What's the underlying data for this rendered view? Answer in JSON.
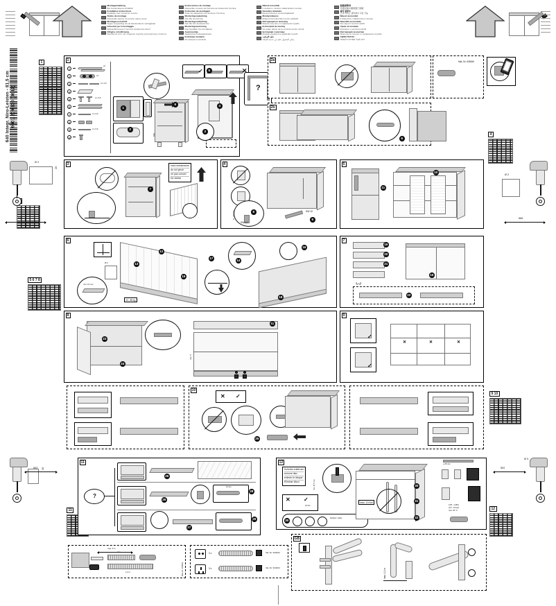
{
  "document": {
    "spine_line1": "640 Integr. Niro-Leisten - 81,5 cm",
    "spine_line2": "9001 209 130 (9812)",
    "type": "appliance-installation-instructions",
    "product": "built-in dishwasher"
  },
  "legend": {
    "columns": [
      {
        "entries": [
          {
            "flag": "de",
            "title": "Montageanleitung",
            "sub": "Bei Kundendienst erhältlich"
          },
          {
            "flag": "en",
            "title": "Installation instructions",
            "sub": "Available from customer service"
          },
          {
            "flag": "fr",
            "title": "Notice de montage",
            "sub": "Disponible auprès du service après-vente"
          },
          {
            "flag": "nl",
            "title": "Montagevoorschrift",
            "sub": "Tegen vergoeding via de klantendienst verkrijgbaar"
          },
          {
            "flag": "it",
            "title": "Istruzioni per il montaggio",
            "sub": "Disponibili presso il servizio assistenza clienti"
          },
          {
            "flag": "el",
            "title": "Οδηγίες τοποθέτησης",
            "sub": "Διατίθενται από την υπηρεσία τεχνικής εξυπηρέτησης πελατών"
          }
        ]
      },
      {
        "entries": [
          {
            "flag": "es",
            "title": "Instrucciones de montaje",
            "sub": "Disponible a través del Servicio de Asistencia Técnica"
          },
          {
            "flag": "pt",
            "title": "Instruções de montagem",
            "sub": "Pode ser adquirido nos Serviços Técnicos"
          },
          {
            "flag": "da",
            "title": "Monteringsvejledning",
            "sub": "Kan fås via Service"
          },
          {
            "flag": "no",
            "title": "Monteringsveiledning",
            "sub": "Kan fås hos kundeservice"
          },
          {
            "flag": "sv",
            "title": "Monteringsanvisning",
            "sub": "Kan beställas hos kundtjänst"
          },
          {
            "flag": "fi",
            "title": "Asennusohje",
            "sub": "Saatavissa huoltopalvelusta"
          },
          {
            "flag": "pl",
            "title": "Instrukcja montażu",
            "sub": "Do nabycia w serwisie"
          }
        ]
      },
      {
        "entries": [
          {
            "flag": "cs",
            "title": "Návod k montáži",
            "sub": "K dostání v místním zákaznickém servisu"
          },
          {
            "flag": "hu",
            "title": "Szerelési útmutató",
            "sub": "Beszerezhető a vevőszolgálatnál"
          },
          {
            "flag": "tr",
            "title": "Montaj kılavuzu",
            "sub": "Müşteri hizmetlerinden temin edilebilir"
          },
          {
            "flag": "ru",
            "title": "Инструкция по монтажу",
            "sub": "Можно получить в сервисной службе"
          },
          {
            "flag": "ro",
            "title": "Instrucţiuni de montaj",
            "sub": "Se poate obţine de la serviciul pentru clienţi"
          },
          {
            "flag": "uk",
            "title": "Інструкція з монтажу",
            "sub": "Можна отримати в сервісній службі"
          },
          {
            "flag": "ar",
            "title": "دليل التركيب",
            "sub": "يمكن الحصول عليه من خدمة العملاء"
          }
        ]
      },
      {
        "entries": [
          {
            "flag": "zh",
            "title": "安装说明书",
            "sub": "可通过客户服务部门获取"
          },
          {
            "flag": "ko",
            "title": "설치 설명서",
            "sub": "고객 서비스 센터에서 구입 가능"
          },
          {
            "flag": "sk",
            "title": "Návod na montáž",
            "sub": "K dispozícii v zákazníckom servise"
          },
          {
            "flag": "sl",
            "title": "Navodila za montažo",
            "sub": "Na voljo pri servisni službi"
          },
          {
            "flag": "hr",
            "title": "Upute za montažu",
            "sub": "Dostupno u servisnoj službi"
          },
          {
            "flag": "bg",
            "title": "Инструкция за монтаж",
            "sub": "Може да се получи от сервизната служба"
          },
          {
            "flag": "he",
            "title": "הוראות התקנה",
            "sub": "ניתן לקבל משירות הלקוחות"
          }
        ]
      }
    ]
  },
  "steps": {
    "s1": "1",
    "s2a": "2a",
    "s2b": "2b",
    "s3": "3",
    "s4": "4",
    "s5": "5",
    "s6": "6",
    "s7": "7",
    "s8": "8",
    "s9": "9",
    "s10": "10",
    "s11": "11",
    "s12": "12",
    "gb": "GB"
  },
  "parts_list": {
    "items": [
      "1",
      "2",
      "3",
      "4",
      "5",
      "6",
      "7",
      "8",
      "9",
      "10"
    ],
    "qty_labels": [
      "x2",
      "x2",
      "4 x 4,5",
      "",
      "4 x 3,5",
      "",
      "4 x 3,5",
      "",
      "4 x 3,5",
      ""
    ]
  },
  "callouts": {
    "do_not_pinch": [
      "nicht einklemmen",
      "do not pinch",
      "ne pas coincer",
      "No doblar"
    ],
    "remove_disc": [
      "Scheibe entfernen",
      "remove disc",
      "enlever le disque",
      "Eliminar disco"
    ],
    "torque": "max. 10 Nm",
    "torque_small": "10 Nm",
    "hose_height": "max. 1,1 m",
    "worktop_weight": "24...85 kg",
    "wrench_13": "SW 13",
    "wrench_10": "SW 10",
    "drill_dia": "Ø 2",
    "drill_depth": "20",
    "dim_left": "586",
    "dim_right": "566",
    "dim_bottom_left": "502",
    "dim_bottom_right": "502",
    "drill_dia_left": "Ø 2",
    "drill_dia_right": "Ø 3",
    "min_gap": "min. 10 mm",
    "water_pressure": "0,05 - 1 MPa",
    "water_pressure_bar": "(0,5 - 10 bar)",
    "water_temp": "max. 60 °C",
    "min_28": "≥ 28 mm",
    "hose_len": "~25 kg",
    "height_810": "810",
    "mat_nr_qr": "Mat.-Nr. 635456"
  },
  "accessories": {
    "left": {
      "len_top": "max. 5 m",
      "len_mid": "2 m",
      "len_bottom": "1,2 m",
      "mat_nr": "Mat.-Nr. 265804"
    },
    "right_rows": [
      {
        "socket": "schuko",
        "qty": "3 x",
        "mat_nr": "Val.-Nr. 944033"
      },
      {
        "socket": "uk",
        "qty": "3 x",
        "mat_nr": "Val.-Nr. 944034"
      }
    ]
  },
  "qr_tags": {
    "t1": "1",
    "t3": "3",
    "t4": "4",
    "t5678": "5 6 7 8",
    "t910": "9 10",
    "t11": "11",
    "t12": "12"
  }
}
